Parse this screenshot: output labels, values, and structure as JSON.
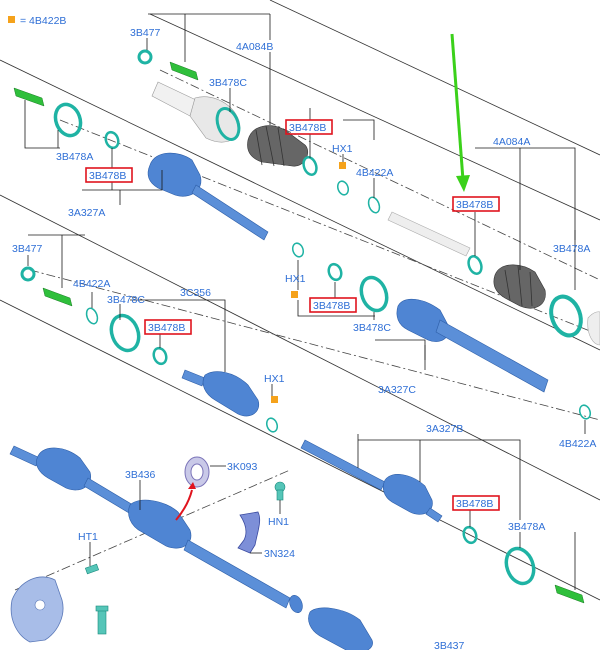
{
  "legend": {
    "text": "= 4B422B",
    "marker_color": "#f5a21b"
  },
  "labels": {
    "p_3b477_top": "3B477",
    "p_4a084b": "4A084B",
    "p_3b478c_top": "3B478C",
    "p_3b478b_top": "3B478B",
    "p_hx1_top": "HX1",
    "p_4b422a_top": "4B422A",
    "p_3b478a_left": "3B478A",
    "p_3b478b_left": "3B478B",
    "p_3a327a": "3A327A",
    "p_4a084a": "4A084A",
    "p_3b478b_right": "3B478B",
    "p_3b478a_right": "3B478A",
    "p_3b477_mid": "3B477",
    "p_4b422a_mid": "4B422A",
    "p_3b478c_mid": "3B478C",
    "p_3c356": "3C356",
    "p_3b478b_mid": "3B478B",
    "p_hx1_mid": "HX1",
    "p_3b478b_center": "3B478B",
    "p_3b478c_center": "3B478C",
    "p_3a327c": "3A327C",
    "p_hx1_low": "HX1",
    "p_4b422a_right": "4B422A",
    "p_3a327b": "3A327B",
    "p_3b478b_low": "3B478B",
    "p_3b478a_low": "3B478A",
    "p_3b436": "3B436",
    "p_3k093": "3K093",
    "p_hn1": "HN1",
    "p_3n324": "3N324",
    "p_ht1": "HT1",
    "p_3b437": "3B437"
  },
  "colors": {
    "label_blue": "#2f6fd6",
    "highlight_red": "#e0141e",
    "arrow_green": "#3bd11a",
    "part_blue": "#5b8fd8",
    "ring_teal": "#1fb3a4",
    "marker_orange": "#f5a21b"
  }
}
